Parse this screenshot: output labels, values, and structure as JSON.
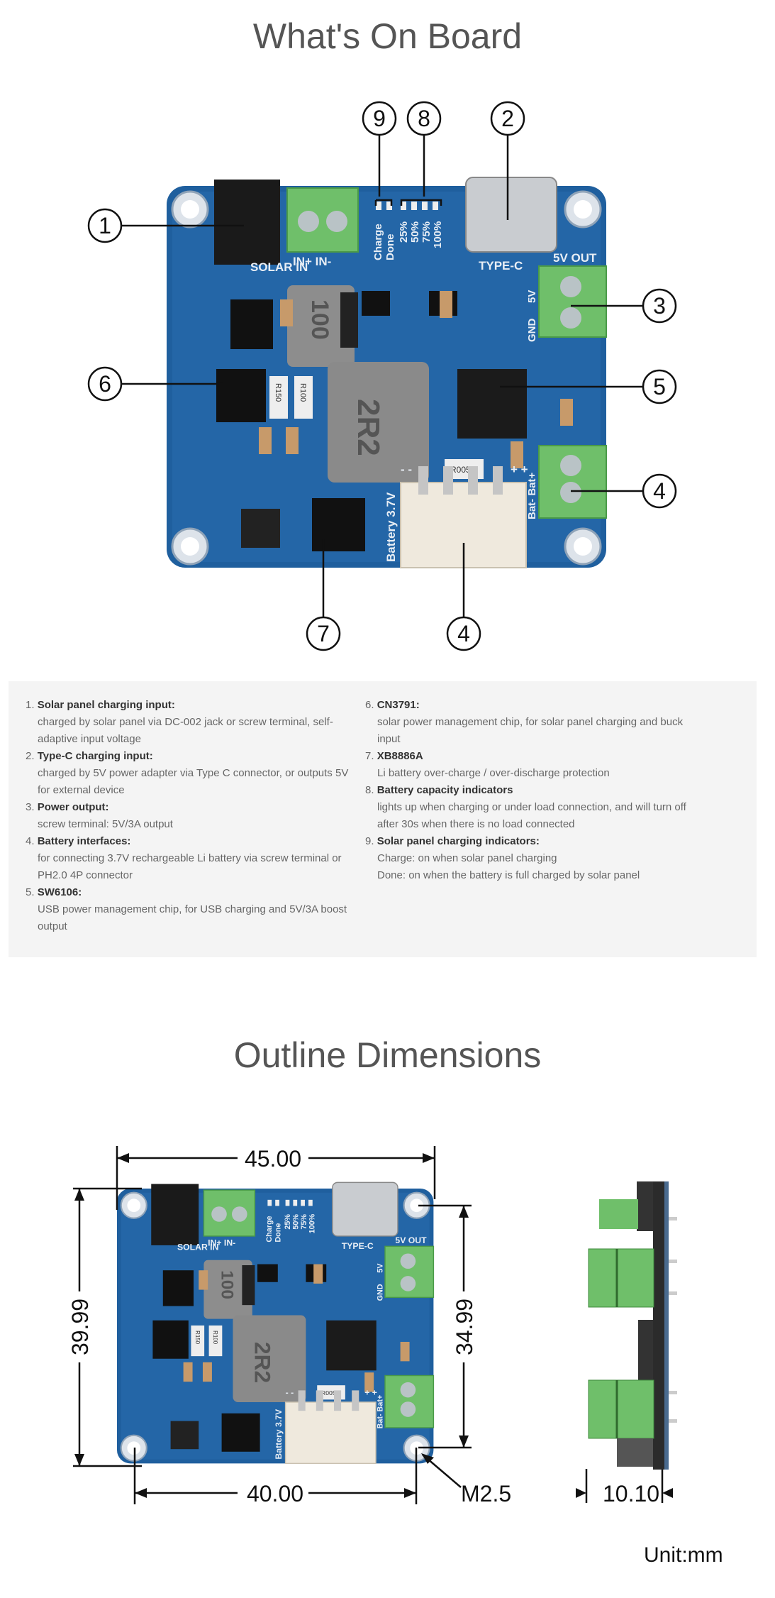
{
  "sections": {
    "board_title": "What's On Board",
    "outline_title": "Outline Dimensions"
  },
  "callouts": [
    "1",
    "2",
    "3",
    "4",
    "5",
    "6",
    "7",
    "8",
    "9"
  ],
  "silkscreen": {
    "solar_in": "SOLAR IN",
    "in_plus_minus": "IN+  IN-",
    "charge": "Charge",
    "done": "Done",
    "p25": "25%",
    "p50": "50%",
    "p75": "75%",
    "p100": "100%",
    "type_c": "TYPE-C",
    "out_5v": "5V OUT",
    "v5": "5V",
    "gnd": "GND",
    "bat": "Bat- Bat+",
    "battery": "Battery 3.7V",
    "inductor_small": "100",
    "inductor_large": "2R2",
    "r150": "R150",
    "r100": "R100",
    "r005": "R005",
    "plus": "+ +",
    "minus": "- -"
  },
  "features": [
    {
      "num": "1.",
      "title": "Solar panel charging input:",
      "lines": [
        "charged by solar panel via DC-002 jack or screw terminal, self-adaptive input voltage"
      ]
    },
    {
      "num": "2.",
      "title": "Type-C charging input:",
      "lines": [
        "charged by 5V power adapter via Type C connector, or outputs 5V for external device"
      ]
    },
    {
      "num": "3.",
      "title": "Power output:",
      "lines": [
        "screw terminal: 5V/3A output"
      ]
    },
    {
      "num": "4.",
      "title": "Battery interfaces:",
      "lines": [
        "for connecting 3.7V rechargeable Li battery via screw terminal or PH2.0 4P connector"
      ]
    },
    {
      "num": "5.",
      "title": "SW6106:",
      "lines": [
        "USB power management chip, for USB charging and 5V/3A boost output"
      ]
    },
    {
      "num": "6.",
      "title": "CN3791:",
      "lines": [
        "solar power management chip, for solar panel charging and buck input"
      ]
    },
    {
      "num": "7.",
      "title": "XB8886A",
      "lines": [
        "Li battery over-charge / over-discharge protection"
      ]
    },
    {
      "num": "8.",
      "title": "Battery capacity indicators",
      "lines": [
        "lights up when charging or under load connection, and will turn off after 30s when there is no load connected"
      ]
    },
    {
      "num": "9.",
      "title": "Solar panel charging indicators:",
      "lines": [
        "Charge: on when solar panel charging",
        "Done: on when the battery is full charged by solar panel"
      ]
    }
  ],
  "dimensions": {
    "width": "45.00",
    "hole_spacing_x": "40.00",
    "height": "39.99",
    "hole_spacing_y": "34.99",
    "hole": "M2.5",
    "thickness": "10.10",
    "unit": "Unit:mm"
  },
  "colors": {
    "pcb": "#1f5f9e",
    "terminal": "#6fbf6a",
    "panel_bg": "#f4f4f4"
  }
}
